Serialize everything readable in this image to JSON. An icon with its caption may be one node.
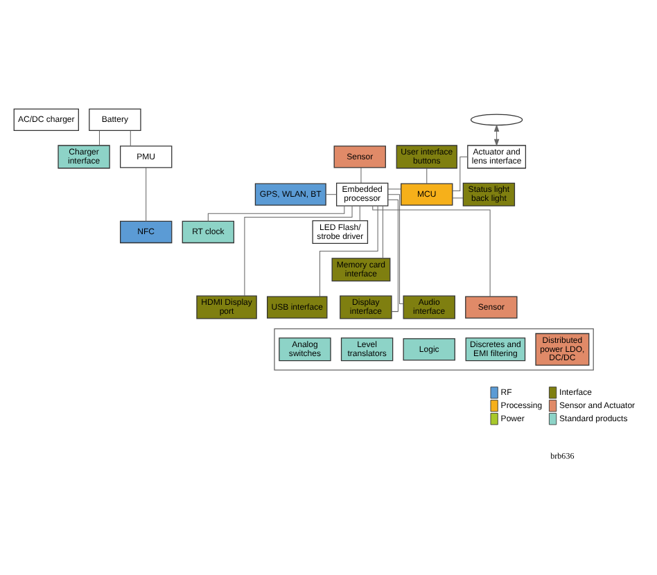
{
  "diagram": {
    "nodes": [
      {
        "text": [
          "AC/DC charger"
        ]
      },
      {
        "text": [
          "Battery"
        ]
      },
      {
        "text": [],
        "shape": "ellipse"
      },
      {
        "text": [
          "Charger interface"
        ]
      },
      {
        "text": [
          "PMU"
        ]
      },
      {
        "text": [
          "Sensor"
        ]
      },
      {
        "text": [
          "Actuator and lens interface"
        ]
      },
      {
        "text": [
          "User interface buttons"
        ]
      },
      {
        "text": [
          "GPS, WLAN, BT"
        ]
      },
      {
        "text": [
          "Embedded processor"
        ]
      },
      {
        "text": [
          "MCU"
        ]
      },
      {
        "text": [
          "Status light back light"
        ]
      },
      {
        "text": [
          "NFC"
        ]
      },
      {
        "text": [
          "RT clock"
        ]
      },
      {
        "text": [
          "LED Flash/ strobe driver"
        ]
      },
      {
        "text": [
          "Memory card interface"
        ]
      },
      {
        "text": [
          "HDMI Display port"
        ]
      },
      {
        "text": [
          "USB interface"
        ]
      },
      {
        "text": [
          "Audio interface"
        ]
      },
      {
        "text": [
          "Sensor"
        ]
      },
      {
        "text": [
          "Display interface"
        ]
      },
      {
        "text": [],
        "shape": "box"
      },
      {
        "text": [
          "Distributed power LDO, DC/DC"
        ],
        "in": 21
      },
      {
        "text": [
          "Discretes and EMI filtering"
        ],
        "in": 21
      },
      {
        "text": [
          "Logic"
        ],
        "in": 21
      },
      {
        "text": [
          "Level translators"
        ],
        "in": 21
      },
      {
        "text": [
          "Analog switches"
        ],
        "in": 21
      }
    ],
    "edges": [
      {
        "from": 1,
        "to": 3,
        "arrow": "none"
      },
      {
        "from": 1,
        "to": 4,
        "arrow": "none"
      },
      {
        "from": 2,
        "to": 6,
        "arrow": "both"
      },
      {
        "from": 5,
        "to": 9,
        "arrow": "none"
      },
      {
        "from": 6,
        "to": 10,
        "arrow": "none"
      },
      {
        "from": 4,
        "to": 12,
        "arrow": "none"
      },
      {
        "from": 8,
        "to": 9,
        "arrow": "none"
      },
      {
        "from": 9,
        "to": 10,
        "arrow": "none"
      },
      {
        "from": 10,
        "to": 7,
        "arrow": "none"
      },
      {
        "from": 10,
        "to": 11,
        "arrow": "none"
      },
      {
        "from": 9,
        "to": 13,
        "arrow": "none"
      },
      {
        "from": 9,
        "to": 16,
        "arrow": "none"
      },
      {
        "from": 9,
        "to": 17,
        "arrow": "none"
      },
      {
        "from": 9,
        "to": 18,
        "arrow": "none"
      },
      {
        "from": 9,
        "to": 19,
        "arrow": "none"
      },
      {
        "from": 9,
        "to": 14,
        "arrow": "none"
      },
      {
        "from": 9,
        "to": 15,
        "arrow": "none"
      },
      {
        "from": 9,
        "to": 20,
        "arrow": "none"
      }
    ],
    "labels": [
      "brb636"
    ],
    "legend": [
      {
        "text": "RF",
        "color": "#5b9bd5"
      },
      {
        "text": "Processing",
        "color": "#f6b01a"
      },
      {
        "text": "Power",
        "color": "#a8c82a"
      },
      {
        "text": "Interface",
        "color": "#7f7f10"
      },
      {
        "text": "Sensor and Actuator",
        "color": "#e08a68"
      },
      {
        "text": "Standard products",
        "color": "#8dd3c7"
      }
    ]
  }
}
